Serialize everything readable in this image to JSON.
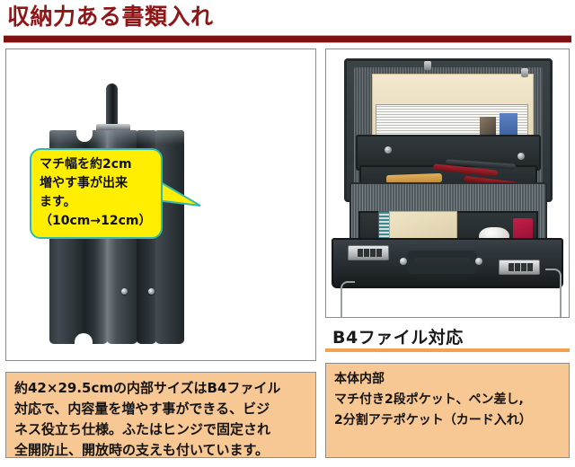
{
  "header": {
    "title": "収納力ある書類入れ",
    "rule_color": "#7e1111",
    "title_color": "#8e1616"
  },
  "left_panel": {
    "name": "closed-briefcase-photo",
    "callout": {
      "background": "#ffee00",
      "border_color": "#33b8b0",
      "arrow_color": "#ffee00",
      "lines": [
        "マチ幅を約2cm",
        "増やす事が出来",
        "ます。",
        "（10cm→12cm）"
      ]
    }
  },
  "right_panel": {
    "name": "open-briefcase-photo",
    "band_label": "B4ファイル対応",
    "band_accent": "#f0a24e"
  },
  "descriptions": {
    "background": "#f7c794",
    "left": {
      "lines": [
        "約42×29.5cmの内部サイズはB4ファイル",
        "対応で、内容量を増やす事ができる、ビジ",
        "ネス役立ち仕様。ふたはヒンジで固定され",
        "全開防止、開放時の支えも付いています。"
      ]
    },
    "right": {
      "lines": [
        "本体内部",
        "マチ付き2段ポケット、ペン差し,",
        "2分割アテポケット（カード入れ）"
      ]
    }
  }
}
